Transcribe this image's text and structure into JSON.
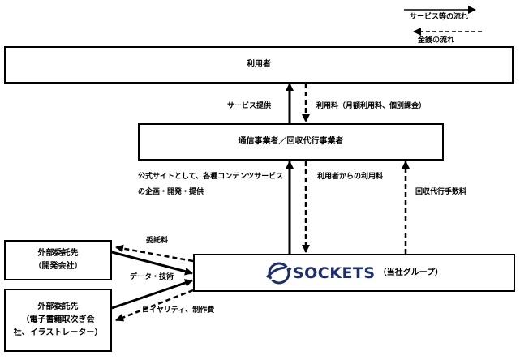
{
  "legend": {
    "service_flow": "サービス等の流れ",
    "money_flow": "金銭の流れ"
  },
  "boxes": {
    "users": "利用者",
    "carrier": "通信事業者／回収代行事業者",
    "outsource_dev_line1": "外部委託先",
    "outsource_dev_line2": "（開発会社）",
    "outsource_book_line1": "外部委託先",
    "outsource_book_line2": "（電子書籍取次ぎ会",
    "outsource_book_line3": "社、イラストレーター）",
    "sockets_logo_text": "SOCKETS",
    "sockets_group": "（当社グループ）"
  },
  "labels": {
    "service_provision": "サービス提供",
    "usage_fee": "利用料（月額利用料、個別課金）",
    "official_site_line1": "公式サイトとして、各種コンテンツサービス",
    "official_site_line2": "の企画・開発・提供",
    "fee_from_users": "利用者からの利用料",
    "collection_fee": "回収代行手数料",
    "commission_fee": "委託料",
    "data_tech": "データ・技術",
    "royalty": "ロイヤリティ、制作費"
  },
  "colors": {
    "logo_blue": "#1b2f6e"
  },
  "icons": {
    "logo": "sockets-logo-icon"
  }
}
